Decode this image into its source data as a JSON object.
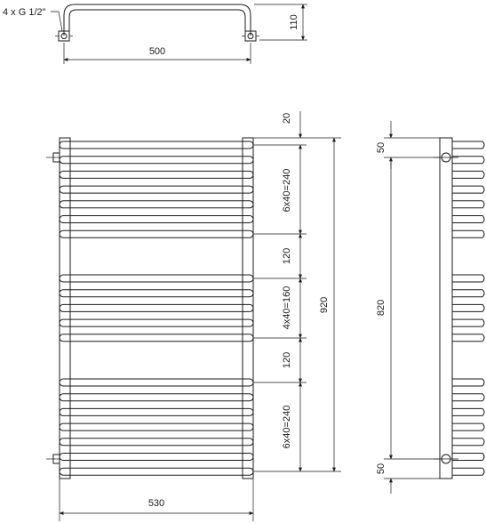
{
  "top_view": {
    "connection_label": "4 x G 1/2\"",
    "width_label": "500",
    "depth_label": "110"
  },
  "front_view": {
    "top_offset_label": "20",
    "group1_label": "6x40=240",
    "gap1_label": "120",
    "group2_label": "4x40=160",
    "gap2_label": "120",
    "group3_label": "6x40=240",
    "total_height_label": "920",
    "total_width_label": "530"
  },
  "side_view": {
    "top_connection_label": "50",
    "connection_spacing_label": "820",
    "bottom_connection_label": "50"
  }
}
